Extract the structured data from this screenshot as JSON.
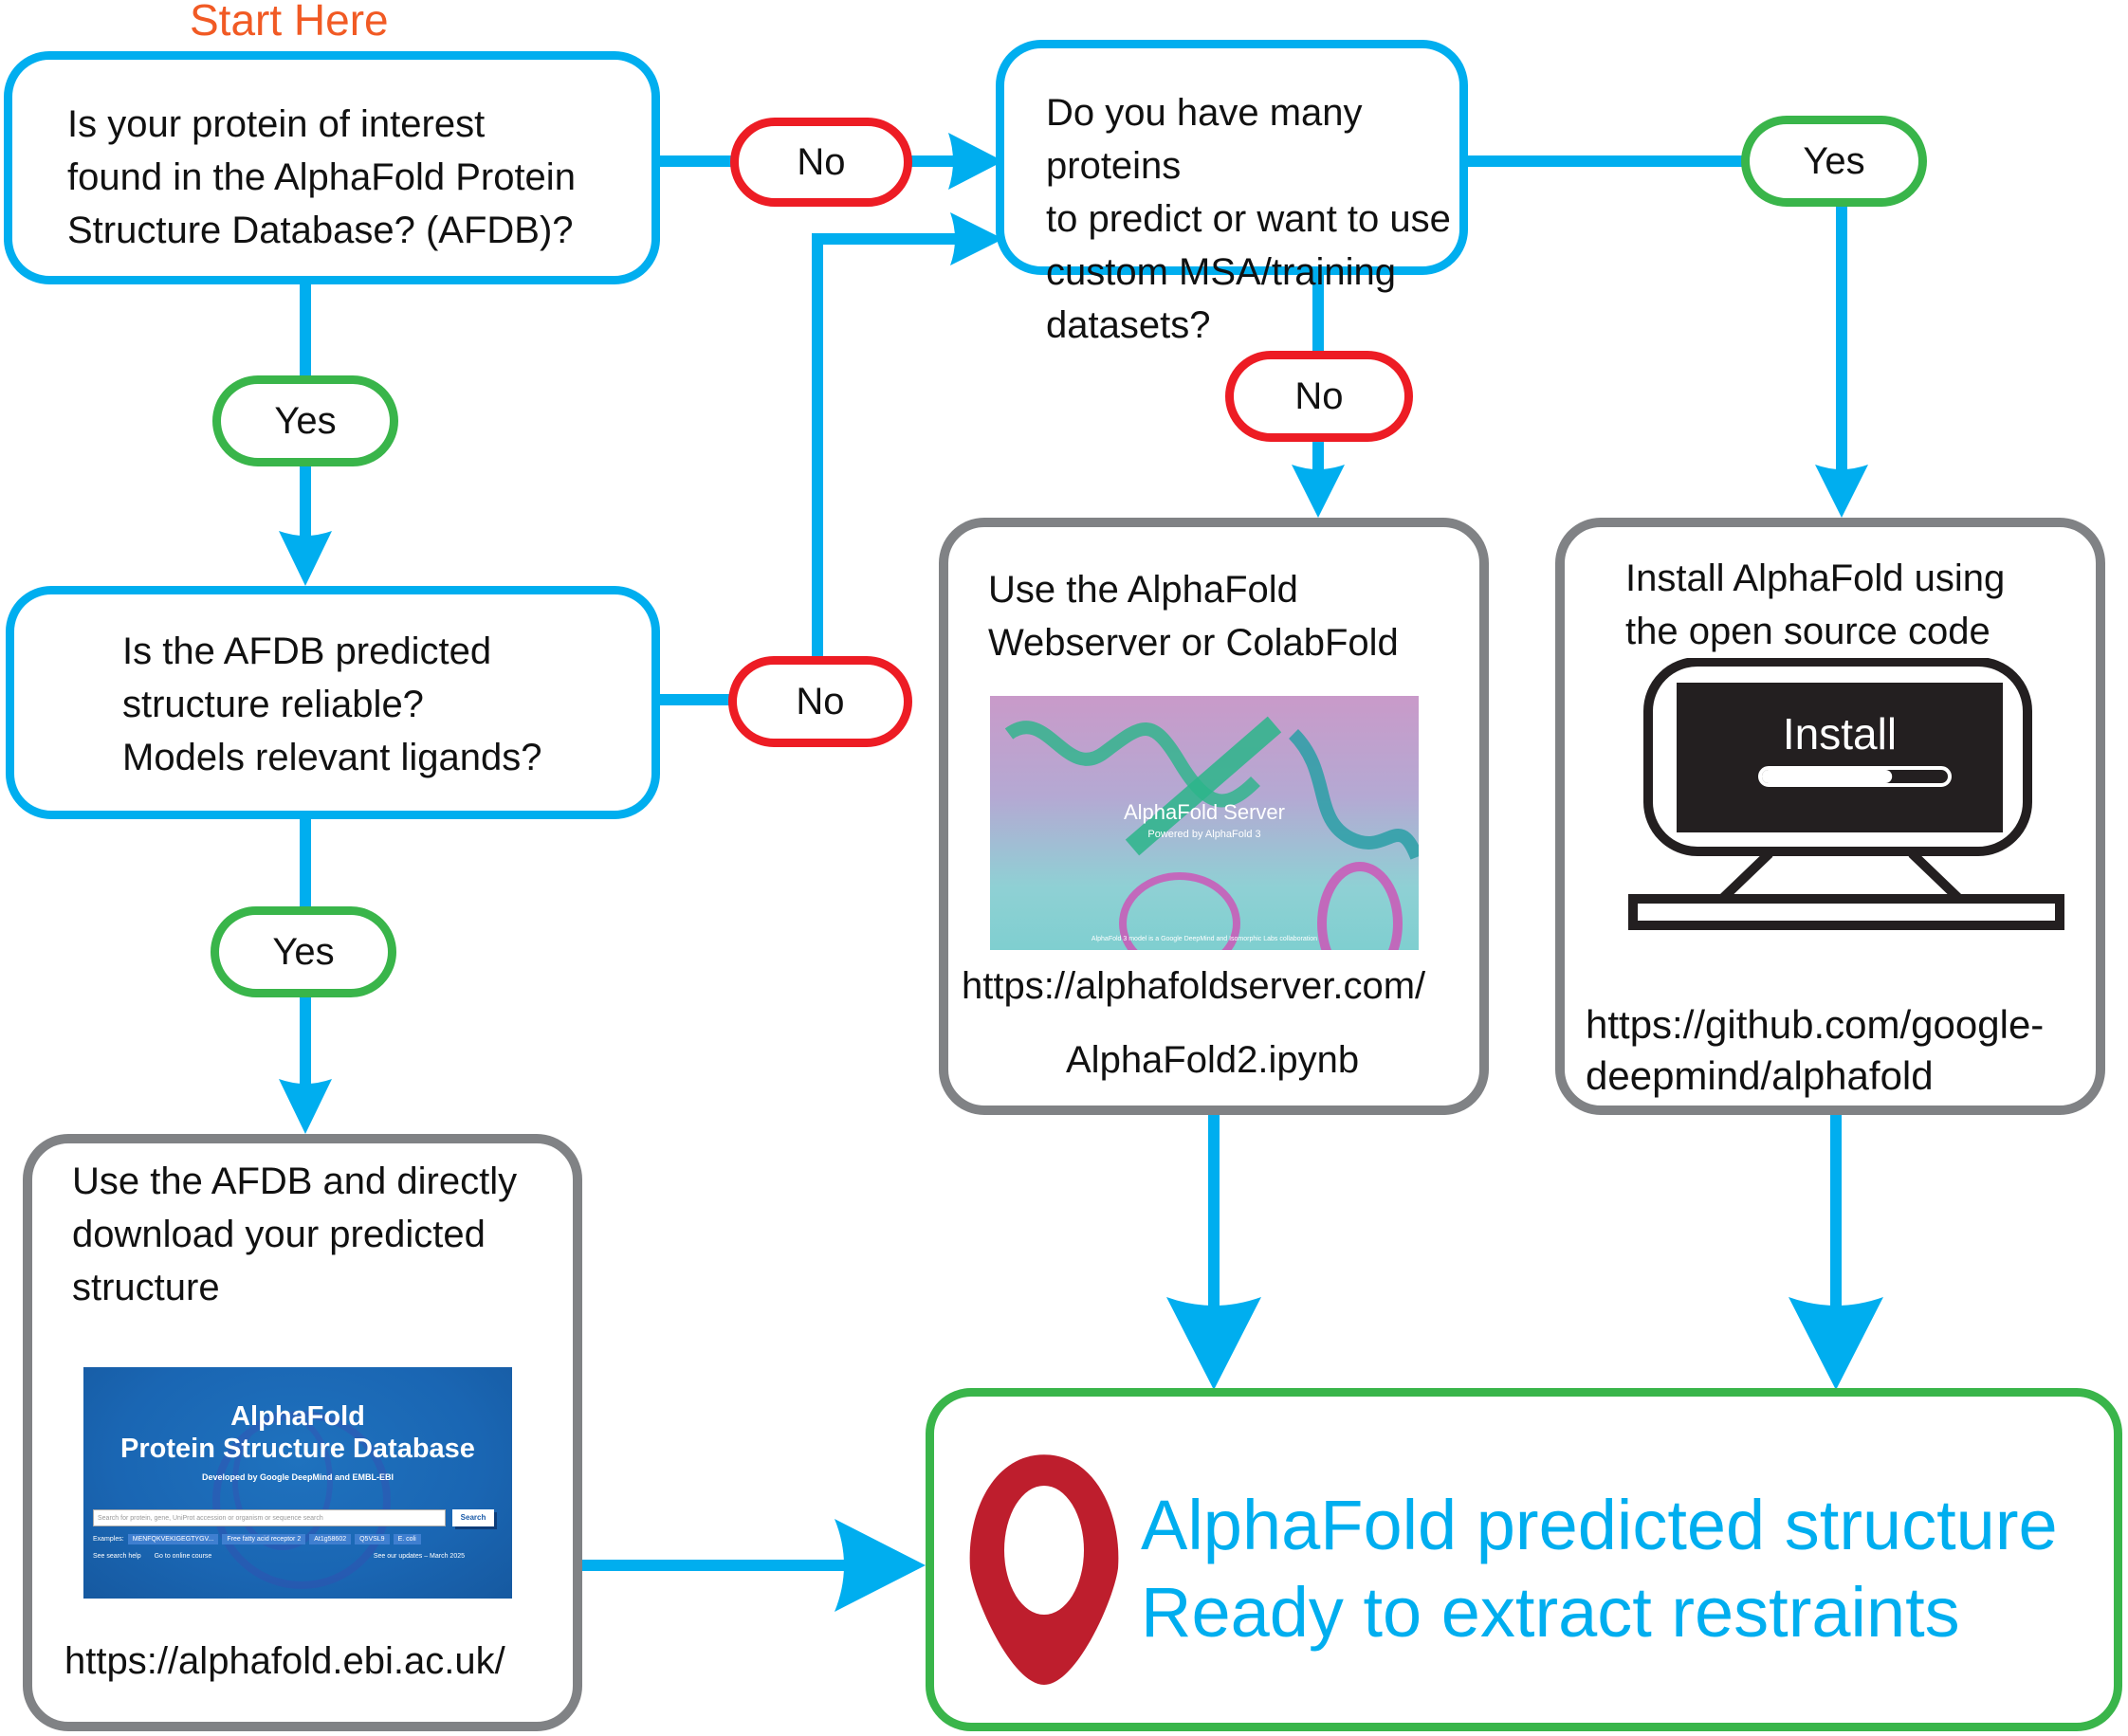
{
  "diagram": {
    "start_label": "Start Here",
    "colors": {
      "connector": "#00aeef",
      "question_border": "#00aeef",
      "action_border": "#808285",
      "final_border": "#39b54a",
      "no_border": "#ed1c24",
      "yes_border": "#39b54a",
      "start_label": "#f15a24",
      "final_text": "#00aeef",
      "pin": "#be1e2d"
    },
    "nodes": {
      "q_afdb_found": {
        "text": "Is your protein of interest\nfound in the AlphaFold Protein\nStructure Database? (AFDB)?"
      },
      "q_afdb_reliable": {
        "text": "Is the AFDB predicted\nstructure reliable?\nModels relevant ligands?"
      },
      "q_many_proteins": {
        "text": "Do you have many proteins\nto predict or want to use\ncustom MSA/training datasets?"
      },
      "use_afdb": {
        "text": "Use the AFDB and directly\ndownload your  predicted\nstructure",
        "url": "https://alphafold.ebi.ac.uk/",
        "screenshot": {
          "title_line1": "AlphaFold",
          "title_line2": "Protein Structure Database",
          "subtitle": "Developed by Google DeepMind and EMBL-EBI",
          "search_placeholder": "Search for protein, gene, UniProt accession or organism or sequence search",
          "search_button": "Search",
          "examples_label": "Examples:",
          "examples": [
            "MENFQKVEKIGEGTYGV...",
            "Free fatty acid receptor 2",
            "At1g58602",
            "Q5VSL9",
            "E. coli"
          ],
          "link_help": "See search help",
          "link_course": "Go to online course",
          "link_updates": "See our updates – March 2025"
        }
      },
      "use_webserver": {
        "text": "Use the AlphaFold\nWebserver or ColabFold",
        "url": "https://alphafoldserver.com/",
        "url2": "AlphaFold2.ipynb",
        "screenshot": {
          "title": "AlphaFold Server",
          "subtitle": "Powered by AlphaFold 3",
          "footer": "AlphaFold 3 model is a Google DeepMind and Isomorphic Labs collaboration"
        }
      },
      "install_local": {
        "text": "Install AlphaFold using\nthe open source code",
        "url": "https://github.com/google-\ndeepmind/alphafold",
        "monitor_label": "Install",
        "install_progress": 0.7
      },
      "final": {
        "line1": "AlphaFold predicted structure",
        "line2": "Ready to extract restraints"
      }
    },
    "edges": [
      {
        "from": "q_afdb_found",
        "to": "q_many_proteins",
        "label": "No"
      },
      {
        "from": "q_afdb_found",
        "to": "q_afdb_reliable",
        "label": "Yes"
      },
      {
        "from": "q_afdb_reliable",
        "to": "q_many_proteins",
        "label": "No"
      },
      {
        "from": "q_afdb_reliable",
        "to": "use_afdb",
        "label": "Yes"
      },
      {
        "from": "q_many_proteins",
        "to": "use_webserver",
        "label": "No"
      },
      {
        "from": "q_many_proteins",
        "to": "install_local",
        "label": "Yes"
      },
      {
        "from": "use_afdb",
        "to": "final",
        "label": ""
      },
      {
        "from": "use_webserver",
        "to": "final",
        "label": ""
      },
      {
        "from": "install_local",
        "to": "final",
        "label": ""
      }
    ],
    "labels": {
      "no": "No",
      "yes": "Yes"
    }
  }
}
